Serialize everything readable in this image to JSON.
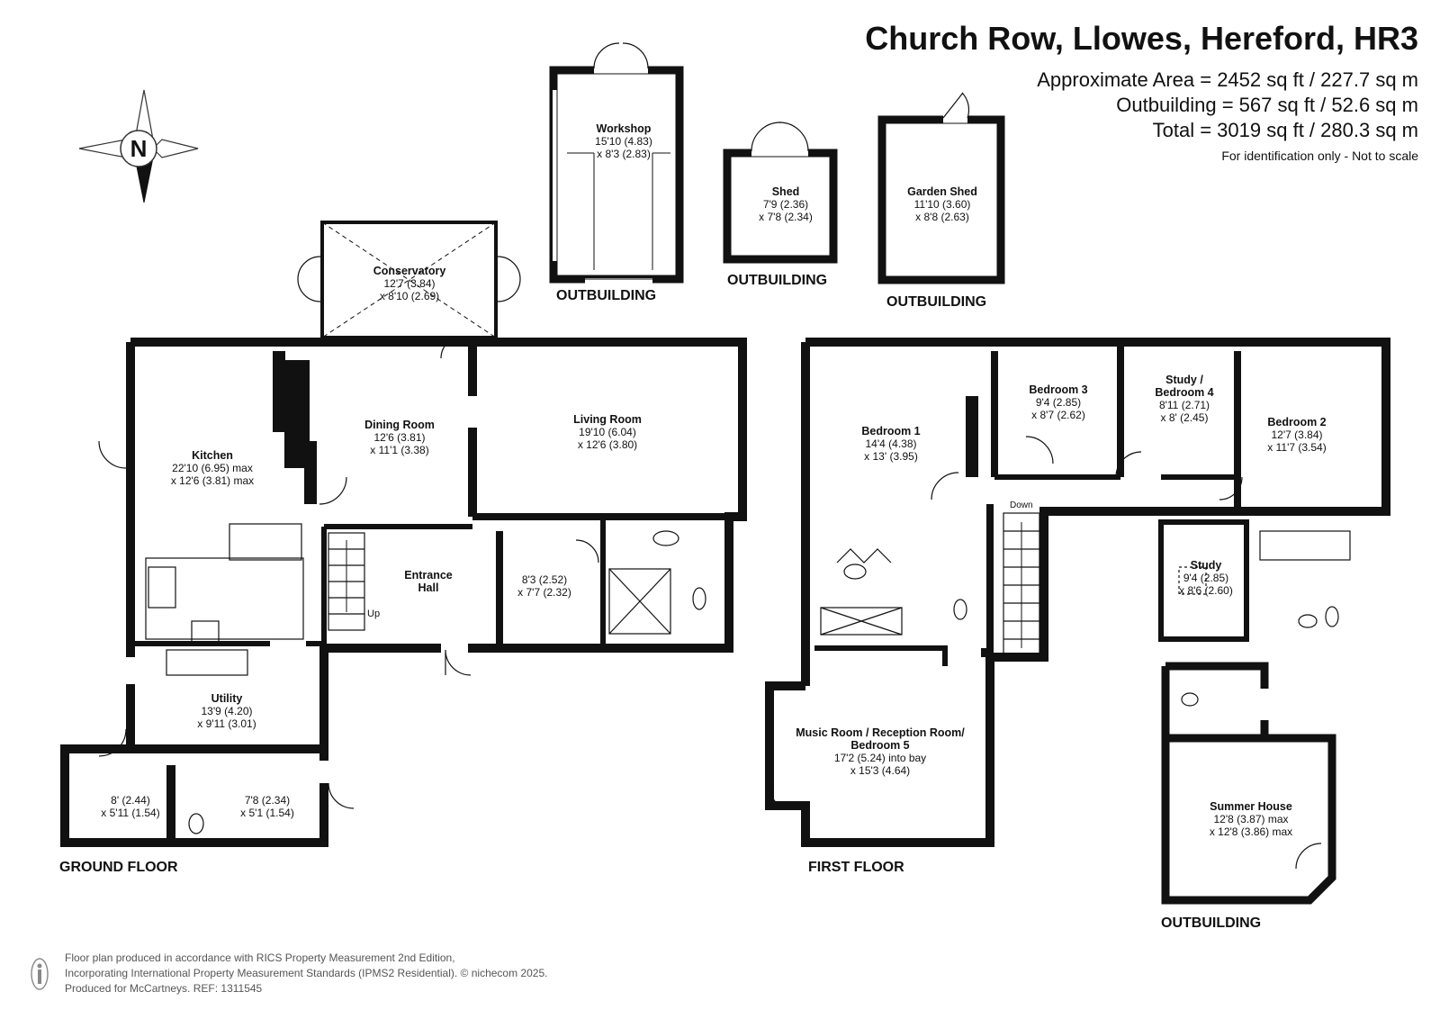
{
  "header": {
    "title": "Church Row, Llowes, Hereford, HR3",
    "area_main": "Approximate Area = 2452 sq ft / 227.7 sq m",
    "area_outbuilding": "Outbuilding = 567 sq ft / 52.6 sq m",
    "area_total": "Total = 3019 sq ft / 280.3 sq m",
    "disclaimer": "For identification only - Not to scale"
  },
  "compass": {
    "letter": "N",
    "icon": "compass-icon"
  },
  "floors": {
    "ground": "GROUND FLOOR",
    "first": "FIRST FLOOR",
    "outbuilding": "OUTBUILDING"
  },
  "rooms": {
    "conservatory": [
      "Conservatory",
      "12'7 (3.84)",
      "x 8'10 (2.69)"
    ],
    "kitchen": [
      "Kitchen",
      "22'10 (6.95) max",
      "x 12'6 (3.81) max"
    ],
    "dining": [
      "Dining Room",
      "12'6 (3.81)",
      "x 11'1 (3.38)"
    ],
    "living": [
      "Living Room",
      "19'10 (6.04)",
      "x 12'6 (3.80)"
    ],
    "hall": [
      "Entrance",
      "Hall"
    ],
    "gf_bath": [
      "8'3 (2.52)",
      "x 7'7 (2.32)"
    ],
    "utility": [
      "Utility",
      "13'9 (4.20)",
      "x 9'11 (3.01)"
    ],
    "store1": [
      "8' (2.44)",
      "x 5'11 (1.54)"
    ],
    "store2": [
      "7'8 (2.34)",
      "x 5'1 (1.54)"
    ],
    "workshop": [
      "Workshop",
      "15'10 (4.83)",
      "x 8'3 (2.83)"
    ],
    "shed": [
      "Shed",
      "7'9 (2.36)",
      "x 7'8 (2.34)"
    ],
    "garden_shed": [
      "Garden Shed",
      "11'10 (3.60)",
      "x 8'8 (2.63)"
    ],
    "bedroom1": [
      "Bedroom 1",
      "14'4 (4.38)",
      "x 13' (3.95)"
    ],
    "bedroom3": [
      "Bedroom 3",
      "9'4 (2.85)",
      "x 8'7 (2.62)"
    ],
    "study_bed4": [
      "Study /",
      "Bedroom 4",
      "8'11 (2.71)",
      "x 8' (2.45)"
    ],
    "bedroom2": [
      "Bedroom 2",
      "12'7 (3.84)",
      "x 11'7 (3.54)"
    ],
    "study": [
      "Study",
      "9'4 (2.85)",
      "x 8'6 (2.60)"
    ],
    "music": [
      "Music Room / Reception Room/",
      "Bedroom 5",
      "17'2 (5.24) into bay",
      "x 15'3 (4.64)"
    ],
    "summer": [
      "Summer House",
      "12'8 (3.87) max",
      "x 12'8 (3.86) max"
    ]
  },
  "stairs": {
    "up": "Up",
    "down": "Down"
  },
  "footer": {
    "line1": "Floor plan produced in accordance with RICS Property Measurement 2nd Edition,",
    "line2": "Incorporating International Property Measurement Standards (IPMS2 Residential).   © nichecom 2025.",
    "line3": "Produced for McCartneys.   REF:  1311545"
  }
}
